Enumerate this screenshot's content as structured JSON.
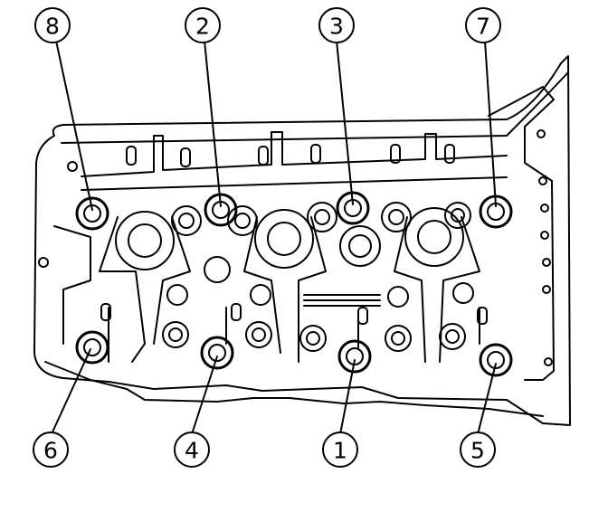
{
  "diagram": {
    "colors": {
      "line": "#000000",
      "background": "#ffffff"
    },
    "callouts": [
      {
        "id": "callout-8",
        "label": "8"
      },
      {
        "id": "callout-2",
        "label": "2"
      },
      {
        "id": "callout-3",
        "label": "3"
      },
      {
        "id": "callout-7",
        "label": "7"
      },
      {
        "id": "callout-6",
        "label": "6"
      },
      {
        "id": "callout-4",
        "label": "4"
      },
      {
        "id": "callout-1",
        "label": "1"
      },
      {
        "id": "callout-5",
        "label": "5"
      }
    ]
  }
}
